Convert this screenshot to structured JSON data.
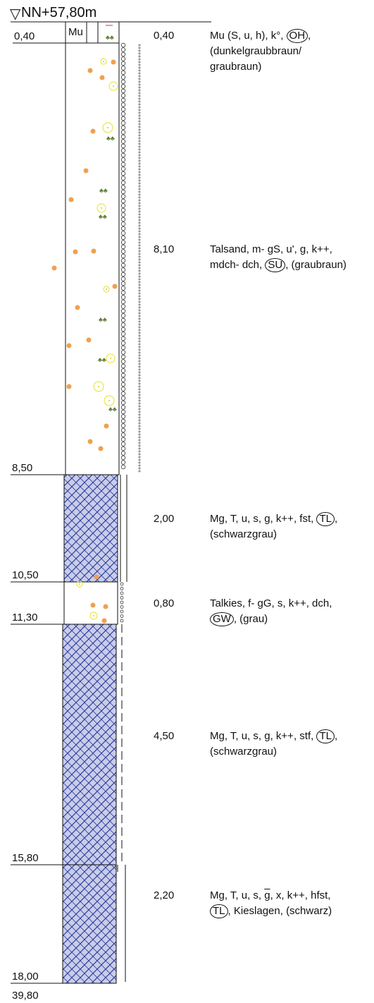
{
  "header": {
    "title": "NN+57,80m"
  },
  "layer_code": "Mu",
  "footer_depth": "39,80",
  "layers": [
    {
      "top_depth": "0,40",
      "bottom_depth": "0,40",
      "thickness": "0,40",
      "desc_1": "Mu (S, u, h), k°, ",
      "code": "OH",
      "desc_2": ",",
      "desc_3": "(dunkelgraubbraun/",
      "desc_4": "graubraun)"
    },
    {
      "bottom_depth": "8,50",
      "thickness": "8,10",
      "desc_1": "Talsand, m- gS, u', g, k++,",
      "desc_2": "mdch- dch, ",
      "code": "SU",
      "desc_3": ", (graubraun)"
    },
    {
      "bottom_depth": "10,50",
      "thickness": "2,00",
      "desc_1": "Mg, T, u, s, g, k++, fst, ",
      "code": "TL",
      "desc_2": ",",
      "desc_3": "(schwarzgrau)"
    },
    {
      "bottom_depth": "11,30",
      "thickness": "0,80",
      "desc_1": "Talkies, f- gG, s, k++, dch,",
      "code": "GW",
      "desc_2": ", (grau)"
    },
    {
      "bottom_depth": "15,80",
      "thickness": "4,50",
      "desc_1": "Mg, T, u, s, g, k++, stf, ",
      "code": "TL",
      "desc_2": ",",
      "desc_3": "(schwarzgrau)"
    },
    {
      "bottom_depth": "18,00",
      "thickness": "2,20",
      "desc_1a": "Mg, T, u, s, ",
      "desc_1b": "g",
      "desc_1c": ", x, k++, hfst,",
      "code": "TL",
      "desc_2": ", Kieslagen, (schwarz)"
    }
  ]
}
